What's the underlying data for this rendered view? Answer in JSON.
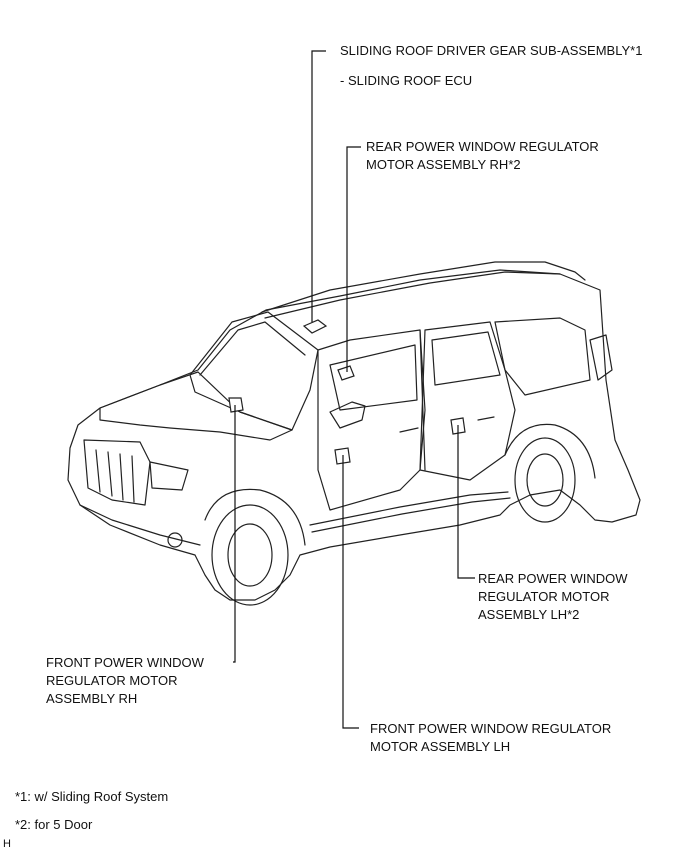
{
  "callouts": {
    "sliding_roof_gear": "SLIDING ROOF DRIVER GEAR SUB-ASSEMBLY*1",
    "sliding_roof_ecu": "- SLIDING ROOF ECU",
    "rear_rh_line1": "REAR POWER WINDOW REGULATOR",
    "rear_rh_line2": "MOTOR ASSEMBLY RH*2",
    "rear_lh_line1": "REAR POWER WINDOW",
    "rear_lh_line2": "REGULATOR MOTOR",
    "rear_lh_line3": "ASSEMBLY LH*2",
    "front_rh_line1": "FRONT POWER WINDOW",
    "front_rh_line2": "REGULATOR MOTOR",
    "front_rh_line3": "ASSEMBLY RH",
    "front_lh_line1": "FRONT POWER WINDOW REGULATOR",
    "front_lh_line2": "MOTOR ASSEMBLY LH"
  },
  "notes": {
    "note1": "*1: w/ Sliding Roof System",
    "note2": "*2: for 5 Door"
  },
  "corner_mark": "H",
  "colors": {
    "line": "#111111",
    "background": "#ffffff"
  }
}
